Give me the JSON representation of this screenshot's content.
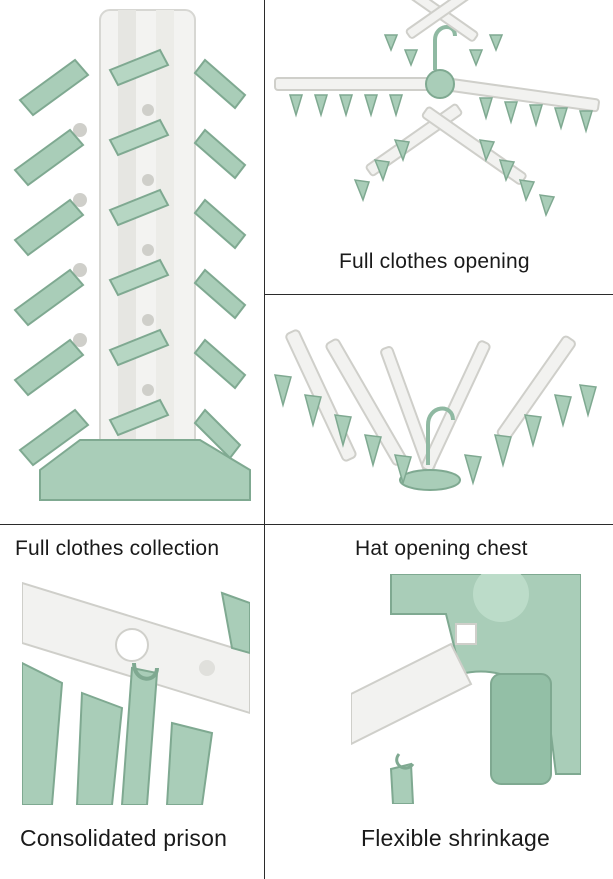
{
  "panels": [
    {
      "id": "top-left",
      "caption": ""
    },
    {
      "id": "top-right",
      "caption": "Full clothes opening"
    },
    {
      "id": "middle-right",
      "caption": "Hat opening chest"
    },
    {
      "id": "middle-left",
      "caption": "Full clothes collection"
    },
    {
      "id": "bottom-left",
      "caption": "Consolidated prison"
    },
    {
      "id": "bottom-right",
      "caption": "Flexible shrinkage"
    }
  ],
  "colors": {
    "clip_green": "#a9cdb8",
    "clip_green_dark": "#7fa991",
    "plastic_white": "#f2f2f0",
    "plastic_shadow": "#d6d6d2",
    "divider": "#2b2b2b"
  },
  "icons": {
    "hook": "hook-icon",
    "clip": "clothespin-icon"
  }
}
